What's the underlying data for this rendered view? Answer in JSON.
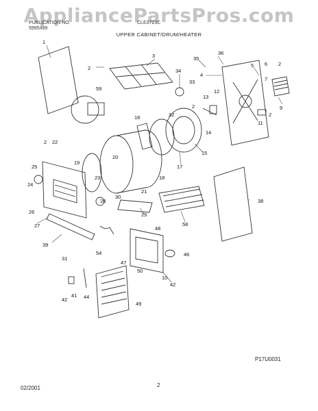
{
  "watermark": "AppliancePartsPros.com",
  "header": {
    "publication_label": "PUBLICATION NO.",
    "publication_no": "5995499",
    "model_no": "CLE3723C",
    "section_title": "UPPER CABINET/DRUM/HEATER"
  },
  "footer": {
    "date": "02/2001",
    "page": "2",
    "figure_code": "P17U0031"
  },
  "callouts": [
    "1",
    "2",
    "3",
    "2",
    "34",
    "33",
    "35",
    "36",
    "4",
    "5",
    "6",
    "2",
    "7",
    "9",
    "12",
    "13",
    "14",
    "15",
    "11",
    "2",
    "59",
    "32",
    "18",
    "17",
    "18",
    "2",
    "22",
    "20",
    "19",
    "25",
    "21",
    "23",
    "24",
    "26",
    "30",
    "28",
    "29",
    "58",
    "38",
    "27",
    "39",
    "31",
    "54",
    "48",
    "46",
    "50",
    "42",
    "47",
    "44",
    "49",
    "41",
    "42",
    "10"
  ]
}
